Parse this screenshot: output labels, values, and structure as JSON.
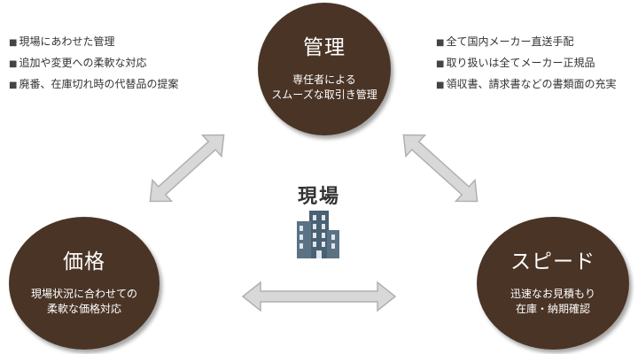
{
  "left_list": [
    "現場にあわせた管理",
    "追加や変更への柔軟な対応",
    "廃番、在庫切れ時の代替品の提案"
  ],
  "right_list": [
    "全て国内メーカー直送手配",
    "取り扱いは全てメーカー正規品",
    "領収書、請求書などの書類面の充実"
  ],
  "top_circle": {
    "title": "管理",
    "lines": [
      "専任者による",
      "スムーズな取引き管理"
    ]
  },
  "left_circle": {
    "title": "価格",
    "lines": [
      "現場状況に合わせての",
      "柔軟な価格対応"
    ]
  },
  "right_circle": {
    "title": "スピード",
    "lines": [
      "迅速なお見積もり",
      "在庫・納期確認"
    ]
  },
  "center": {
    "label": "現場",
    "icon": "building-icon"
  },
  "colors": {
    "circle": "#4a3426",
    "arrow_fill": "#d8d8d8",
    "arrow_stroke": "#b0b0b0"
  }
}
